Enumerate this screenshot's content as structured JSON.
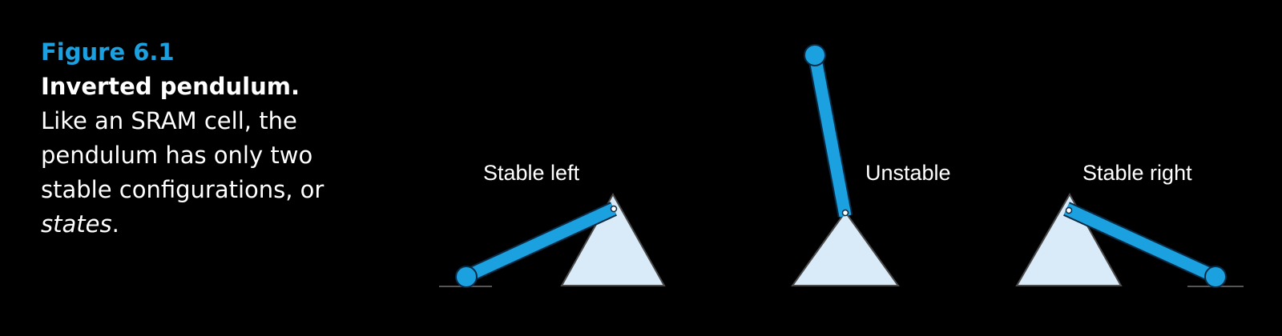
{
  "caption": {
    "figure_number": "Figure 6.1",
    "title": "Inverted pendulum.",
    "body": "Like an SRAM cell, the pendulum has only two stable configurations, or",
    "emphasis": "states",
    "end": "."
  },
  "states": [
    {
      "label": "Stable left"
    },
    {
      "label": "Unstable"
    },
    {
      "label": "Stable right"
    }
  ],
  "colors": {
    "background": "#000000",
    "accent": "#1ba0e0",
    "rod": "#1ba0e0",
    "rod_outline": "#0a2a44",
    "pivot_base": "#d9ebf8",
    "pivot_outline": "#4a4a4a",
    "ground": "#555555",
    "text": "#ffffff"
  }
}
